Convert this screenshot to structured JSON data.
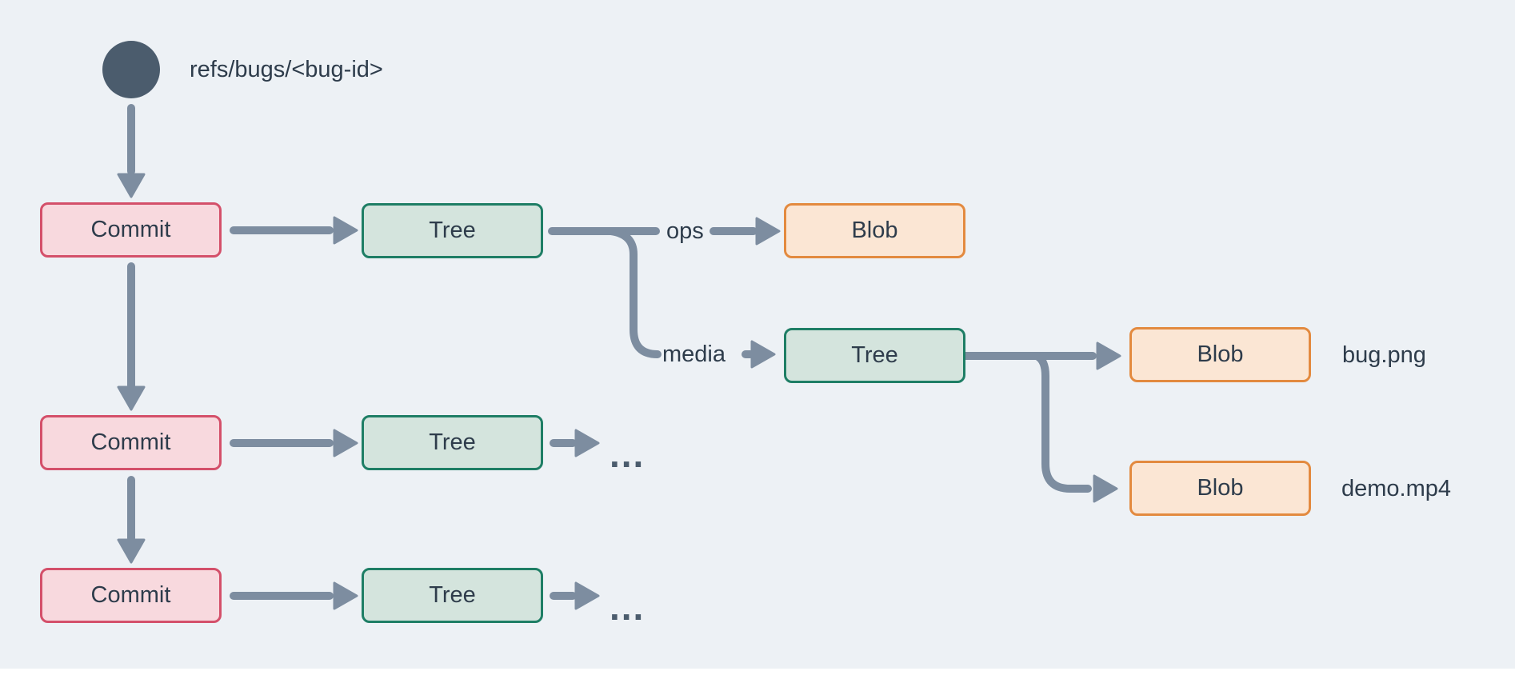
{
  "ref": {
    "label": "refs/bugs/<bug-id>"
  },
  "node_types": {
    "commit": {
      "label": "Commit",
      "fill": "#f8d9de",
      "border": "#d4506a"
    },
    "tree": {
      "label": "Tree",
      "fill": "#d4e4dd",
      "border": "#1e7e65"
    },
    "blob": {
      "label": "Blob",
      "fill": "#fbe6d4",
      "border": "#e38a3f"
    }
  },
  "edge_labels": {
    "ops": "ops",
    "media": "media"
  },
  "file_labels": {
    "bug": "bug.png",
    "demo": "demo.mp4"
  },
  "ellipsis": "...",
  "colors": {
    "background": "#edf1f5",
    "connector": "#7d8da0",
    "text": "#2e3c4b",
    "ref_dot": "#4b5c6d"
  }
}
